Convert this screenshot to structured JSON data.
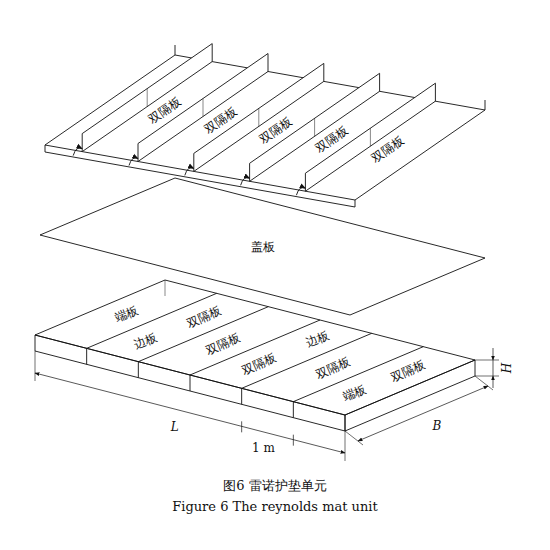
{
  "diagram": {
    "caption": "图6 雷诺护垫单元",
    "labels": [
      "双隔板",
      "双隔板",
      "双隔板",
      "双隔板",
      "双隔板",
      "盖板",
      "端板",
      "双隔板",
      "边板",
      "双隔板",
      "边板",
      "双隔板",
      "双隔板",
      "双隔板",
      "端板",
      "L",
      "1 m",
      "B",
      "H",
      "Figure 6 The reynolds mat unit"
    ]
  }
}
